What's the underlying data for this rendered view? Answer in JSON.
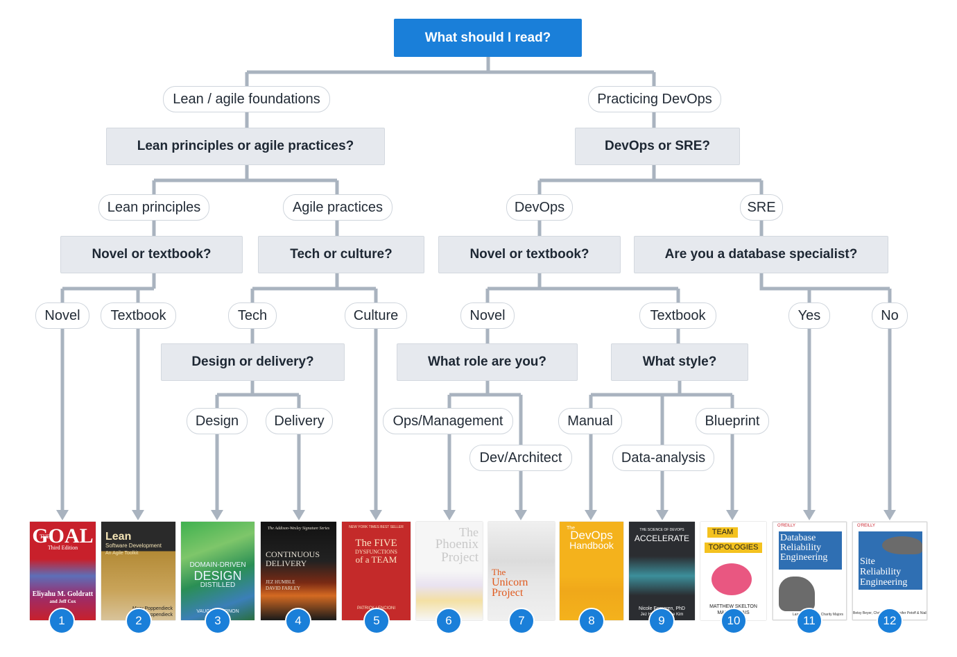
{
  "root": "What should I read?",
  "questions": {
    "q1": "Lean principles or agile practices?",
    "q2": "DevOps or SRE?",
    "q3": "Novel or textbook?",
    "q4": "Tech or culture?",
    "q5": "Novel or textbook?",
    "q6": "Are you a database specialist?",
    "q7": "Design or delivery?",
    "q8": "What role are you?",
    "q9": "What style?"
  },
  "answers": {
    "a_lean_agile": "Lean / agile foundations",
    "a_devops_practice": "Practicing DevOps",
    "a_lean_principles": "Lean principles",
    "a_agile_practices": "Agile practices",
    "a_devops": "DevOps",
    "a_sre": "SRE",
    "a_novel1": "Novel",
    "a_textbook1": "Textbook",
    "a_tech": "Tech",
    "a_culture": "Culture",
    "a_novel2": "Novel",
    "a_textbook2": "Textbook",
    "a_yes": "Yes",
    "a_no": "No",
    "a_design": "Design",
    "a_delivery": "Delivery",
    "a_ops": "Ops/Management",
    "a_dev": "Dev/Architect",
    "a_manual": "Manual",
    "a_data": "Data-analysis",
    "a_blueprint": "Blueprint"
  },
  "books": [
    {
      "num": "1",
      "lines": [
        "THE",
        "GOAL",
        "Third Edition",
        "Eliyahu M. Goldratt",
        "and Jeff Cox"
      ],
      "color": "#c8202b"
    },
    {
      "num": "2",
      "lines": [
        "Lean",
        "Software Development",
        "An Agile Toolkit",
        "Mary Poppendieck",
        "Tom Poppendieck"
      ],
      "color": "#b38a36"
    },
    {
      "num": "3",
      "lines": [
        "DOMAIN-DRIVEN",
        "DESIGN",
        "DISTILLED",
        "VAUGHN VERNON"
      ],
      "color": "#2f9a4c"
    },
    {
      "num": "4",
      "lines": [
        "The Addison-Wesley Signature Series",
        "CONTINUOUS",
        "DELIVERY",
        "JEZ HUMBLE",
        "DAVID FARLEY"
      ],
      "color": "#1a1a1a"
    },
    {
      "num": "5",
      "lines": [
        "NEW YORK TIMES BEST SELLER",
        "The FIVE",
        "DYSFUNCTIONS",
        "of a TEAM",
        "PATRICK LENCIONI"
      ],
      "color": "#c42a2a"
    },
    {
      "num": "6",
      "lines": [
        "The",
        "Phoenix",
        "Project"
      ],
      "color": "#f2f2f2"
    },
    {
      "num": "7",
      "lines": [
        "The",
        "Unicorn",
        "Project"
      ],
      "color": "#efefef"
    },
    {
      "num": "8",
      "lines": [
        "The",
        "DevOps",
        "Handbook"
      ],
      "color": "#f4b21c"
    },
    {
      "num": "9",
      "lines": [
        "THE SCIENCE OF DEVOPS",
        "ACCELERATE",
        "Nicole Forsgren, PhD",
        "Jez Humble, Gene Kim"
      ],
      "color": "#2b2d31"
    },
    {
      "num": "10",
      "lines": [
        "TEAM",
        "TOPOLOGIES",
        "MATTHEW SKELTON",
        "MANUEL PAIS"
      ],
      "color": "#ffffff"
    },
    {
      "num": "11",
      "lines": [
        "O'REILLY",
        "Database",
        "Reliability",
        "Engineering",
        "Laine Campbell & Charity Majors"
      ],
      "color": "#ffffff"
    },
    {
      "num": "12",
      "lines": [
        "O'REILLY",
        "Site",
        "Reliability",
        "Engineering",
        "Betsy Beyer, Chris Jones, Jennifer Petoff & Niall Richard Murphy"
      ],
      "color": "#ffffff"
    }
  ]
}
